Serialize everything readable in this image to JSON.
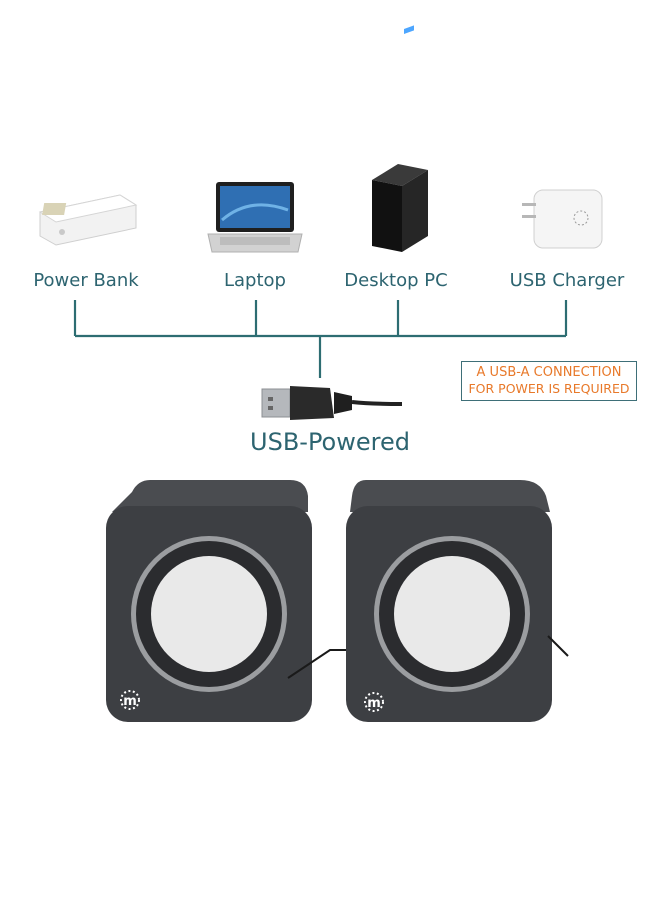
{
  "devices": [
    {
      "label": "Power Bank",
      "icon": "power-bank-icon"
    },
    {
      "label": "Laptop",
      "icon": "laptop-icon"
    },
    {
      "label": "Desktop PC",
      "icon": "desktop-pc-icon"
    },
    {
      "label": "USB Charger",
      "icon": "usb-charger-icon"
    }
  ],
  "usb_title": "USB-Powered",
  "notice": {
    "line1": "A USB-A CONNECTION",
    "line2": "FOR POWER IS REQUIRED"
  },
  "colors": {
    "line": "#2d6d72",
    "text": "#2d6470",
    "notice_text": "#e8792a",
    "speaker_body": "#3d3f43"
  },
  "product_icons": [
    "usb-plug-icon",
    "speaker-icon",
    "brand-logo-icon"
  ]
}
